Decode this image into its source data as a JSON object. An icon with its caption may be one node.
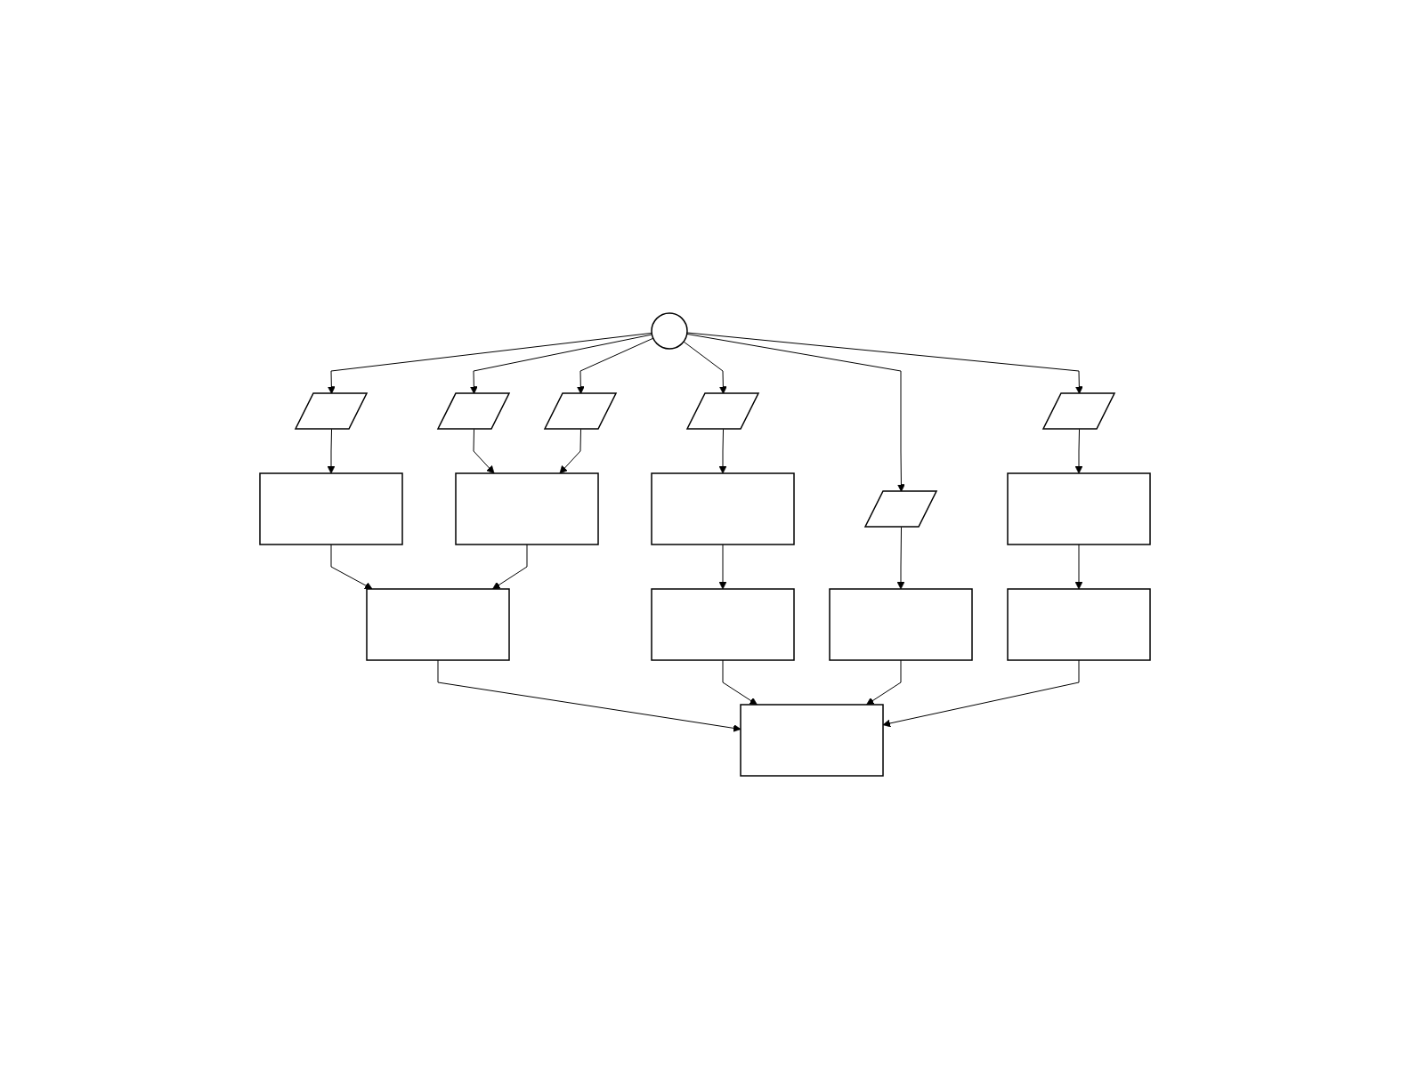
{
  "diagram": {
    "nodes": [
      {
        "text": [],
        "shape": "circle"
      },
      {
        "text": [],
        "shape": "parallelogram"
      },
      {
        "text": [],
        "shape": "parallelogram"
      },
      {
        "text": [],
        "shape": "parallelogram"
      },
      {
        "text": [],
        "shape": "parallelogram"
      },
      {
        "text": [],
        "shape": "parallelogram"
      },
      {
        "text": [],
        "shape": "parallelogram"
      },
      {
        "text": [],
        "shape": "box"
      },
      {
        "text": [],
        "shape": "box"
      },
      {
        "text": [],
        "shape": "box"
      },
      {
        "text": [],
        "shape": "box"
      },
      {
        "text": [],
        "shape": "box"
      },
      {
        "text": [],
        "shape": "box"
      },
      {
        "text": [],
        "shape": "box"
      },
      {
        "text": [],
        "shape": "box"
      },
      {
        "text": [],
        "shape": "box"
      }
    ],
    "edges": [
      {
        "from": 0,
        "to": 1,
        "arrow": "to"
      },
      {
        "from": 0,
        "to": 2,
        "arrow": "to"
      },
      {
        "from": 0,
        "to": 3,
        "arrow": "to"
      },
      {
        "from": 0,
        "to": 4,
        "arrow": "to"
      },
      {
        "from": 0,
        "to": 5,
        "arrow": "to"
      },
      {
        "from": 0,
        "to": 6,
        "arrow": "to"
      },
      {
        "from": 1,
        "to": 7,
        "arrow": "to"
      },
      {
        "from": 2,
        "to": 8,
        "arrow": "to"
      },
      {
        "from": 3,
        "to": 8,
        "arrow": "to"
      },
      {
        "from": 7,
        "to": 12,
        "arrow": "to"
      },
      {
        "from": 8,
        "to": 12,
        "arrow": "to"
      },
      {
        "from": 4,
        "to": 9,
        "arrow": "to"
      },
      {
        "from": 9,
        "to": 13,
        "arrow": "to"
      },
      {
        "from": 5,
        "to": 10,
        "arrow": "to"
      },
      {
        "from": 6,
        "to": 11,
        "arrow": "to"
      },
      {
        "from": 11,
        "to": 14,
        "arrow": "to"
      },
      {
        "from": 12,
        "to": 15,
        "arrow": "to"
      },
      {
        "from": 13,
        "to": 15,
        "arrow": "to"
      },
      {
        "from": 10,
        "to": 15,
        "arrow": "to"
      },
      {
        "from": 14,
        "to": 15,
        "arrow": "to"
      }
    ]
  }
}
